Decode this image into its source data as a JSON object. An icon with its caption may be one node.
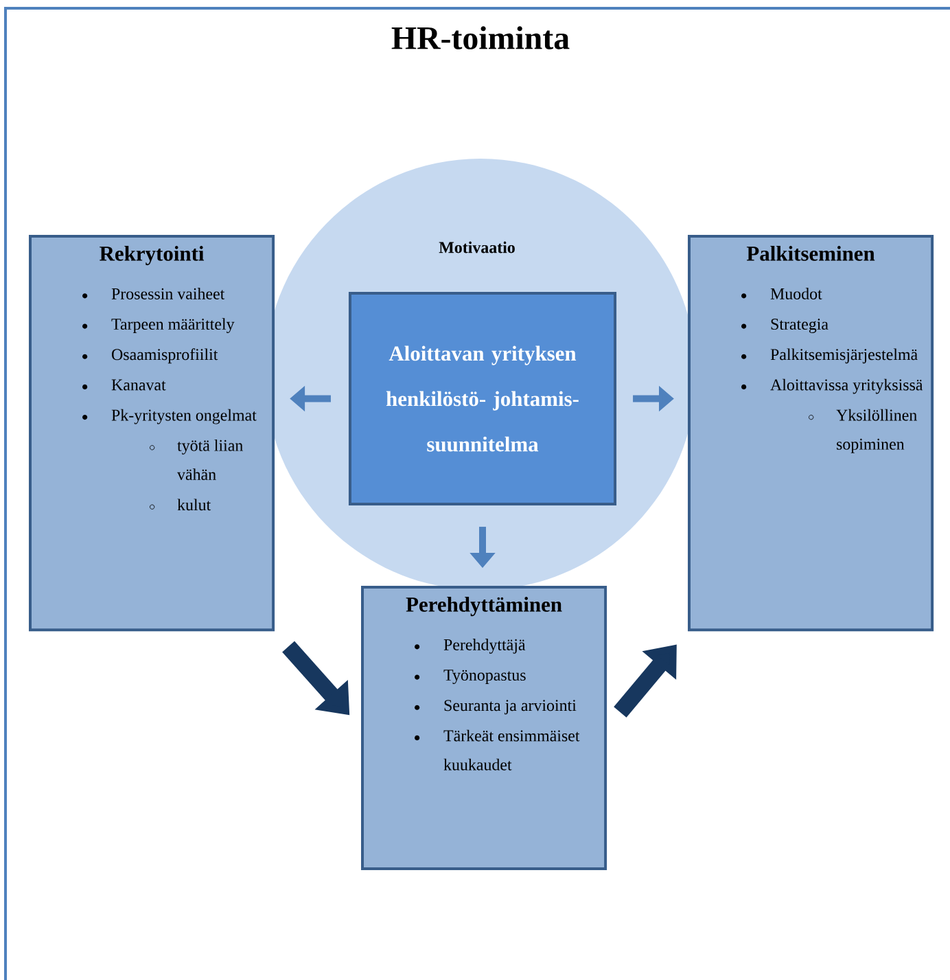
{
  "diagram": {
    "title": "HR-toiminta",
    "nodes": [
      {
        "text": [
          "Rekrytointi",
          "Prosessin vaiheet",
          "Tarpeen määrittely",
          "Osaamisprofiilit",
          "Kanavat",
          "Pk-yritysten ongelmat",
          "työtä liian vähän",
          "kulut"
        ]
      },
      {
        "text": [
          "Motivaatio"
        ]
      },
      {
        "text": [
          "Aloittavan yrityksen henkilöstö- johtamis- suunnitelma"
        ],
        "in": 1
      },
      {
        "text": [
          "Palkitseminen",
          "Muodot",
          "Strategia",
          "Palkitsemisjärjestelmä",
          "Aloittavissa yrityksissä",
          "Yksilöllinen sopiminen"
        ]
      },
      {
        "text": [
          "Perehdyttäminen",
          "Perehdyttäjä",
          "Työnopastus",
          "Seuranta ja arviointi",
          "Tärkeät ensimmäiset kuukaudet"
        ]
      }
    ],
    "edges": [
      {
        "from": 2,
        "to": 0,
        "arrow": "to"
      },
      {
        "from": 2,
        "to": 3,
        "arrow": "to"
      },
      {
        "from": 2,
        "to": 4,
        "arrow": "to"
      },
      {
        "from": 0,
        "to": 4,
        "arrow": "to",
        "style": "thick",
        "color": "#17375e"
      },
      {
        "from": 4,
        "to": 3,
        "arrow": "to",
        "style": "thick",
        "color": "#17375e"
      }
    ]
  }
}
